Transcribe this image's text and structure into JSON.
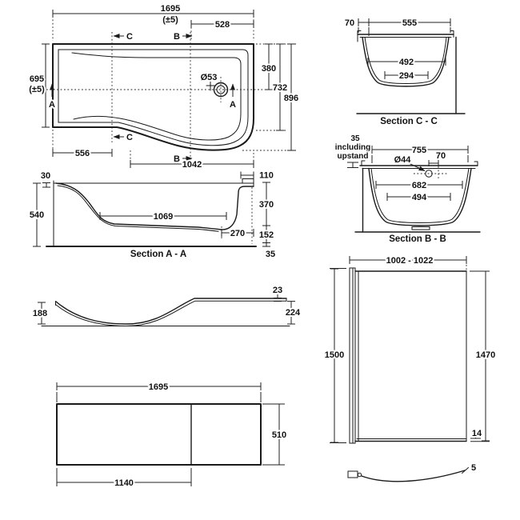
{
  "plan": {
    "length": "1695",
    "length_tol": "(±5)",
    "offset_528": "528",
    "width": "695",
    "width_tol": "(±5)",
    "drain_dia": "Ø53",
    "dim_380": "380",
    "dim_732": "732",
    "dim_896": "896",
    "dim_556": "556",
    "dim_1042": "1042",
    "marker_a": "A",
    "marker_b": "B",
    "marker_c": "C"
  },
  "section_aa": {
    "title": "Section A - A",
    "dim_30": "30",
    "dim_540": "540",
    "dim_1069": "1069",
    "dim_270": "270",
    "dim_110": "110",
    "dim_370": "370",
    "dim_152": "152",
    "dim_35": "35"
  },
  "section_cc": {
    "title": "Section C - C",
    "dim_70": "70",
    "dim_555": "555",
    "dim_492": "492",
    "dim_294": "294"
  },
  "section_bb": {
    "title": "Section B - B",
    "note_35": "35",
    "note_including": "including",
    "note_upstand": "upstand",
    "dim_755": "755",
    "dim_70": "70",
    "hole_dia": "Ø44",
    "dim_682": "682",
    "dim_494": "494"
  },
  "panel_profile": {
    "dim_188": "188",
    "dim_23": "23",
    "dim_224": "224"
  },
  "front_panel": {
    "length": "1695",
    "height": "510",
    "dim_1140": "1140"
  },
  "screen": {
    "width_range": "1002 - 1022",
    "height_left": "1500",
    "height_right": "1470",
    "dim_14": "14",
    "dim_5": "5"
  }
}
